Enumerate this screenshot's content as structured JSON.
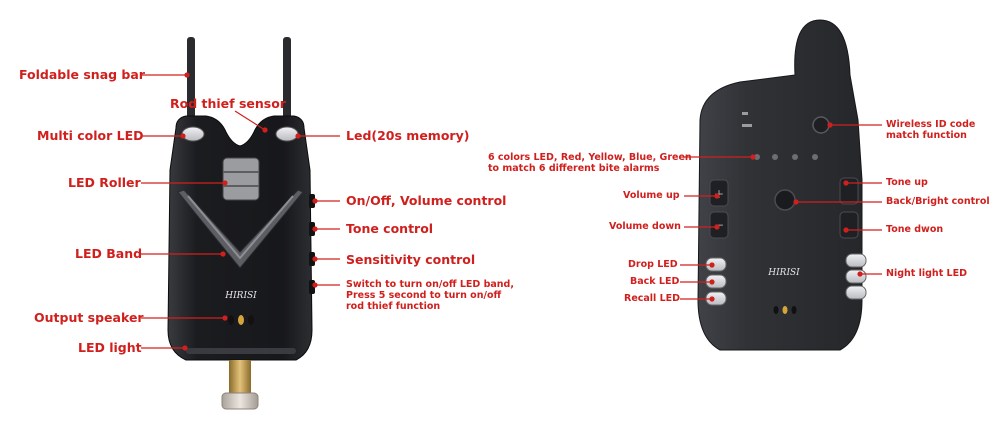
{
  "brand_text": "HIRISI",
  "alarm": {
    "labels": {
      "snag_bar": "Foldable snag bar",
      "rod_thief": "Rod thief sensor",
      "multi_led": "Multi color LED",
      "led_memory": "Led(20s memory)",
      "led_roller": "LED Roller",
      "onoff_volume": "On/Off, Volume control",
      "tone_control": "Tone control",
      "led_band": "LED Band",
      "sensitivity": "Sensitivity control",
      "switch_line1": "Switch to turn on/off LED band,",
      "switch_line2": "Press 5 second to turn on/off",
      "switch_line3": "rod thief function",
      "output_speaker": "Output speaker",
      "led_light": "LED light"
    }
  },
  "receiver": {
    "labels": {
      "wireless_id_1": "Wireless ID code",
      "wireless_id_2": "match function",
      "colors_led_1": "6 colors LED, Red, Yellow, Blue, Green",
      "colors_led_2": "to match 6 different bite alarms",
      "tone_up": "Tone up",
      "volume_up": "Volume up",
      "back_bright": "Back/Bright control",
      "volume_down": "Volume down",
      "tone_down": "Tone dwon",
      "drop_led": "Drop LED",
      "back_led": "Back LED",
      "recall_led": "Recall LED",
      "night_light": "Night light LED"
    }
  },
  "colors": {
    "annotation": "#d0201e",
    "body": "#1e1f22",
    "receiver_body": "#2e3034"
  }
}
